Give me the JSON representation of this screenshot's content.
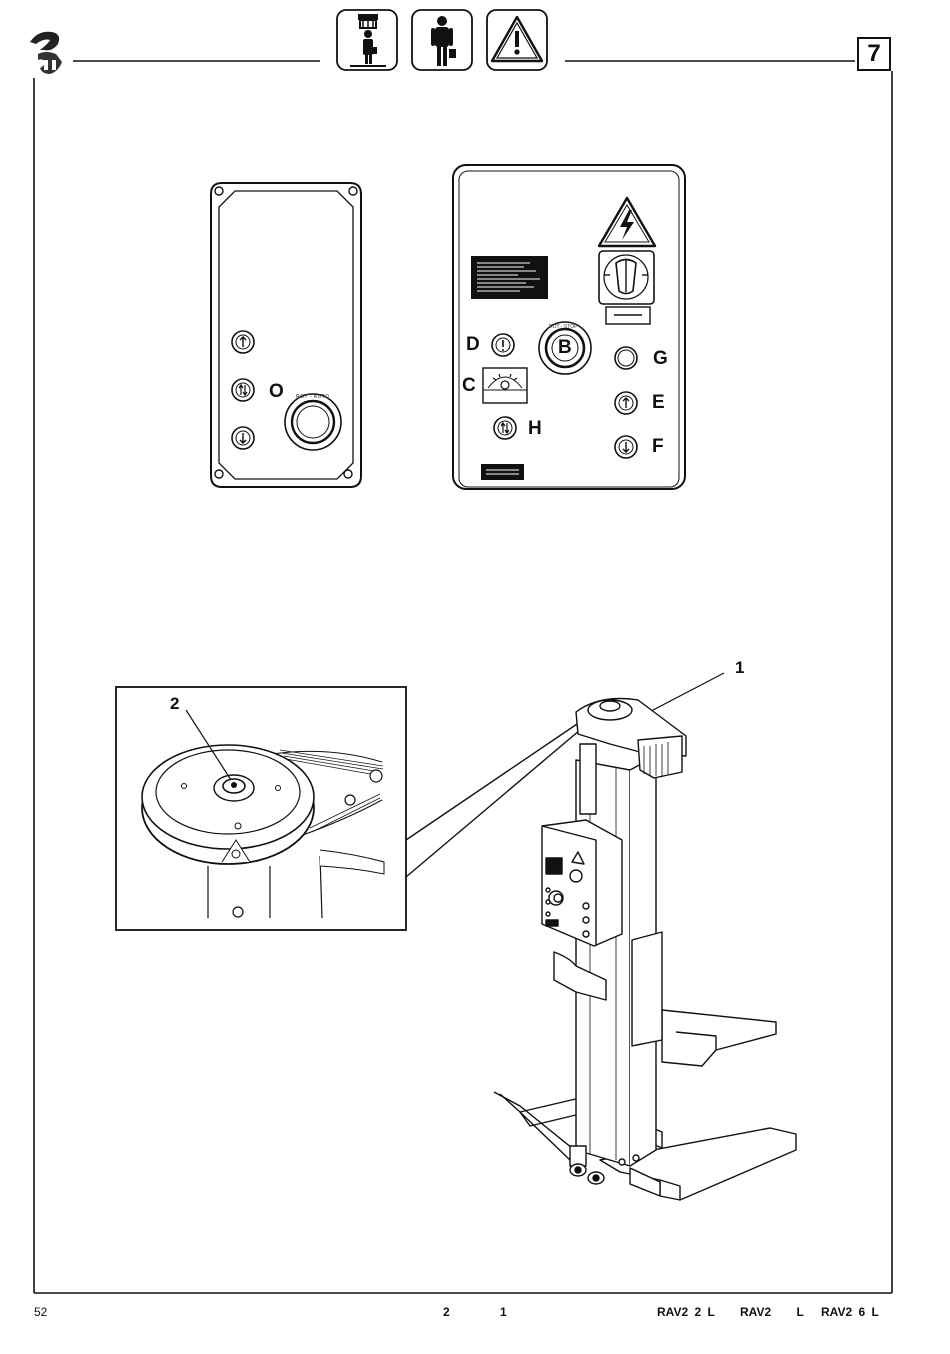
{
  "header": {
    "chapter_number": "7",
    "icons": [
      "lift-operator-icon",
      "technician-icon",
      "warning-triangle-icon"
    ]
  },
  "panel_left": {
    "label_o": "O",
    "knob_text": "ROT - AUTO"
  },
  "panel_right": {
    "label_d": "D",
    "label_b": "B",
    "label_g": "G",
    "label_c": "C",
    "label_e": "E",
    "label_h": "H",
    "label_f": "F",
    "knob_text": "ROT - STOP"
  },
  "figure": {
    "callout_1": "1",
    "callout_2": "2"
  },
  "footer": {
    "page_number": "52",
    "center_a": "2",
    "center_b": "1",
    "models": [
      "RAV2 2 L",
      "RAV2 L",
      "RAV2 6 L"
    ]
  }
}
